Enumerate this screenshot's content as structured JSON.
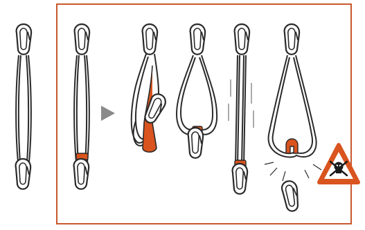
{
  "diagram": {
    "panels": [
      {
        "id": "reference",
        "sling_state": "sling-straight"
      },
      {
        "id": "step-1",
        "sling_state": "sling-tied-at-bottom"
      },
      {
        "id": "step-2",
        "sling_state": "sling-folded-with-orange-tie"
      },
      {
        "id": "step-3",
        "sling_state": "sling-looped-carabiner-held"
      },
      {
        "id": "step-4",
        "sling_state": "sling-extended-with-motion"
      },
      {
        "id": "step-5",
        "sling_state": "tie-released-carabiner-falls"
      }
    ],
    "icons": [
      "arrow-right-icon",
      "danger-skull-icon"
    ],
    "colors": {
      "frame": "#c8582d",
      "accent": "#d9541e",
      "line": "#2a2a2a",
      "warning_fill": "#d9541e"
    }
  }
}
